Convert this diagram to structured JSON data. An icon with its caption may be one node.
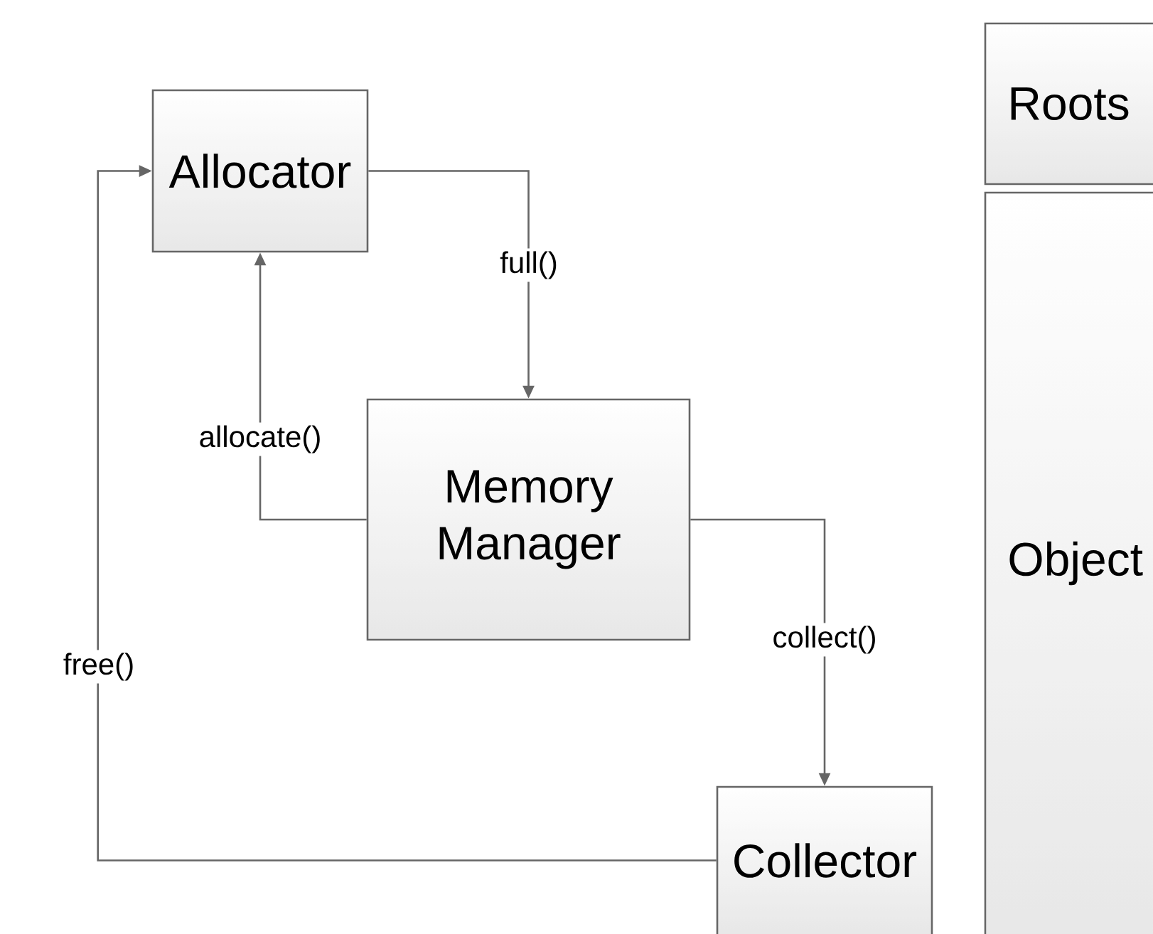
{
  "diagram": {
    "nodes": [
      {
        "text": [
          "Allocator"
        ]
      },
      {
        "text": [
          "Memory Manager"
        ]
      },
      {
        "text": [
          "Collector"
        ]
      },
      {
        "text": [
          "Roots"
        ]
      },
      {
        "text": [
          "Object"
        ]
      }
    ],
    "edges": [
      {
        "from": 0,
        "to": 1,
        "arrow": "to",
        "label": "full()"
      },
      {
        "from": 1,
        "to": 0,
        "arrow": "to",
        "label": "allocate()"
      },
      {
        "from": 1,
        "to": 2,
        "arrow": "to",
        "label": "collect()"
      },
      {
        "from": 2,
        "to": 0,
        "arrow": "to",
        "label": "free()"
      }
    ]
  }
}
